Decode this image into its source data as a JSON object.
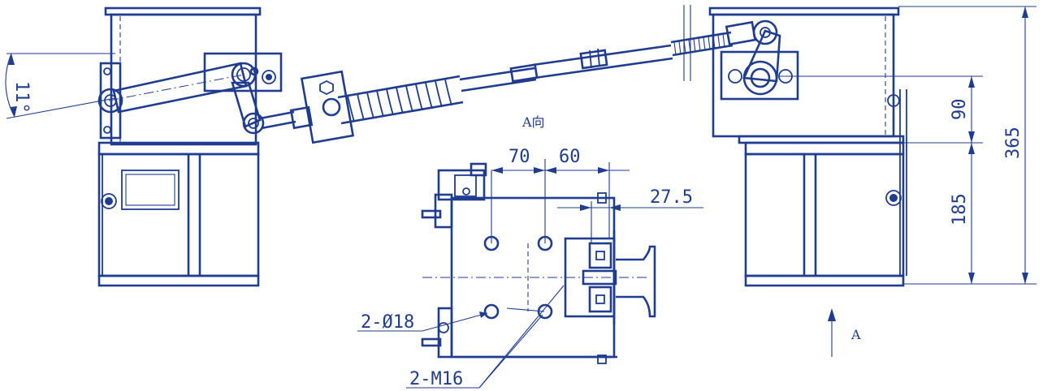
{
  "labels": {
    "angle": "11°",
    "view_title": "A向",
    "dim_70": "70",
    "dim_60": "60",
    "dim_27_5": "27.5",
    "dim_90": "90",
    "dim_185": "185",
    "dim_365": "365",
    "hole_2_d18": "2-Ø18",
    "hole_2_m16": "2-M16",
    "arrow_a": "A"
  },
  "colors": {
    "line": "#1f3c8f",
    "background": "#ffffff"
  }
}
